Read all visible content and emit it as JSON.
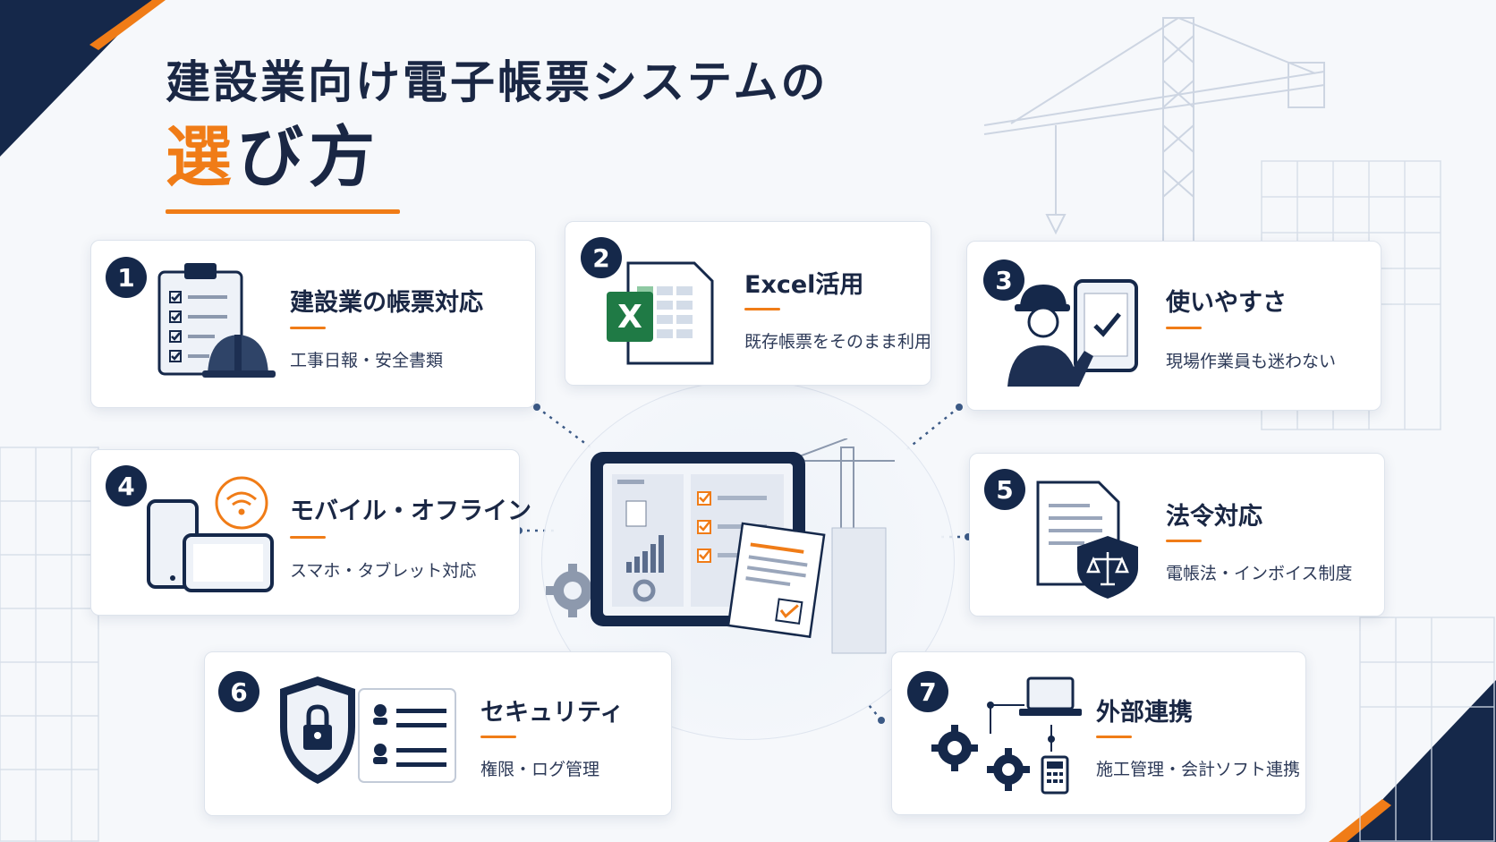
{
  "title": {
    "line1": "建設業向け電子帳票システムの",
    "line2_highlight": "選",
    "line2_rest": "び方"
  },
  "colors": {
    "navy": "#15284a",
    "accent": "#f07c17",
    "excel_green": "#1f7a45"
  },
  "cards": [
    {
      "num": "1",
      "title": "建設業の帳票対応",
      "sub": "工事日報・安全書類",
      "icon": "clipboard-helmet-icon"
    },
    {
      "num": "2",
      "title": "Excel活用",
      "sub": "既存帳票をそのまま利用",
      "icon": "excel-sheet-icon",
      "badge_letter": "X"
    },
    {
      "num": "3",
      "title": "使いやすさ",
      "sub": "現場作業員も迷わない",
      "icon": "worker-tablet-icon"
    },
    {
      "num": "4",
      "title": "モバイル・オフライン",
      "sub": "スマホ・タブレット対応",
      "icon": "mobile-wifi-icon"
    },
    {
      "num": "5",
      "title": "法令対応",
      "sub": "電帳法・インボイス制度",
      "icon": "document-scale-shield-icon"
    },
    {
      "num": "6",
      "title": "セキュリティ",
      "sub": "権限・ログ管理",
      "icon": "lock-shield-icon"
    },
    {
      "num": "7",
      "title": "外部連携",
      "sub": "施工管理・会計ソフト連携",
      "icon": "gear-laptop-calculator-icon"
    }
  ]
}
